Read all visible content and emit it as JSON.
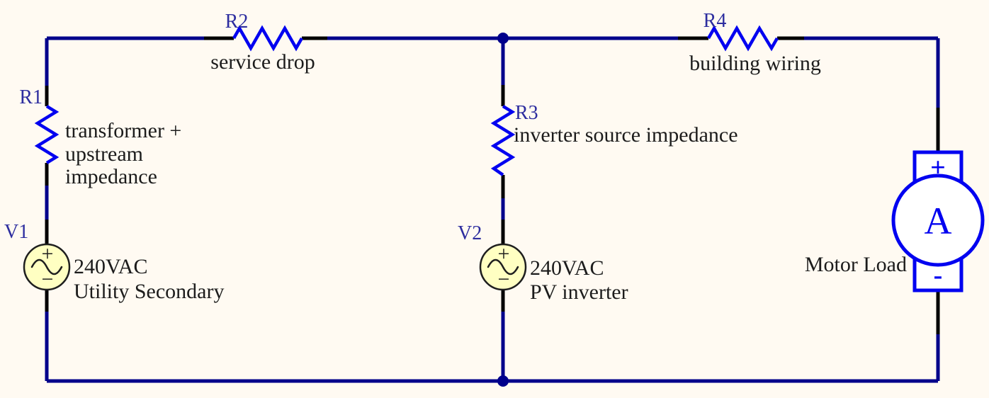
{
  "colors": {
    "bg": "#FFFAF2",
    "wire": "#00008B",
    "lead": "#000000",
    "comp": "#0202F0",
    "label": "#2D2D9F",
    "ink": "#1C1C1C",
    "source_fill": "#FFFFC2"
  },
  "components": {
    "r1": {
      "ref": "R1",
      "desc_lines": [
        "transformer +",
        "upstream",
        "impedance"
      ]
    },
    "r2": {
      "ref": "R2",
      "desc": "service drop"
    },
    "r3": {
      "ref": "R3",
      "desc": "inverter source impedance"
    },
    "r4": {
      "ref": "R4",
      "desc": "building wiring"
    },
    "v1": {
      "ref": "V1",
      "value": "240VAC",
      "desc": "Utility Secondary",
      "plus": "+",
      "minus": "−"
    },
    "v2": {
      "ref": "V2",
      "value": "240VAC",
      "desc": "PV inverter",
      "plus": "+",
      "minus": "−"
    },
    "motor": {
      "label": "Motor Load",
      "meter_letter": "A",
      "plus": "+",
      "minus": "-"
    }
  }
}
